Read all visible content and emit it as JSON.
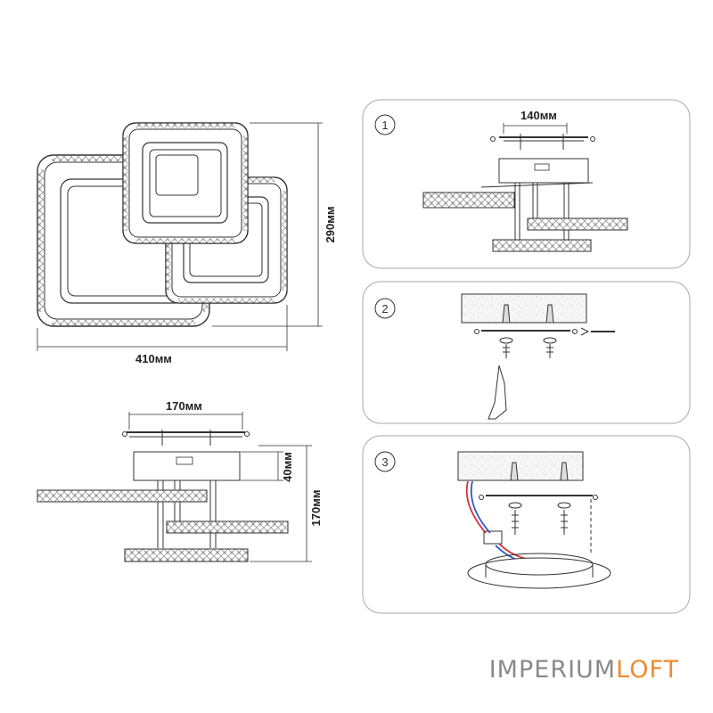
{
  "dimensions": {
    "top_width": "410мм",
    "top_height": "290мм",
    "side_plate_width": "170мм",
    "side_canopy_height": "40мм",
    "side_total_height": "170мм",
    "step1_plate_width": "140мм"
  },
  "steps": [
    {
      "number": "1"
    },
    {
      "number": "2"
    },
    {
      "number": "3"
    }
  ],
  "brand": {
    "part1": "IMPERIUM",
    "part2": "LOFT",
    "part1_color": "#8a8a8a",
    "part2_color": "#f08a2c"
  },
  "colors": {
    "line": "#333333",
    "panel_border": "#aaaaaa",
    "wire_red": "#d33333",
    "wire_blue": "#3355cc"
  }
}
